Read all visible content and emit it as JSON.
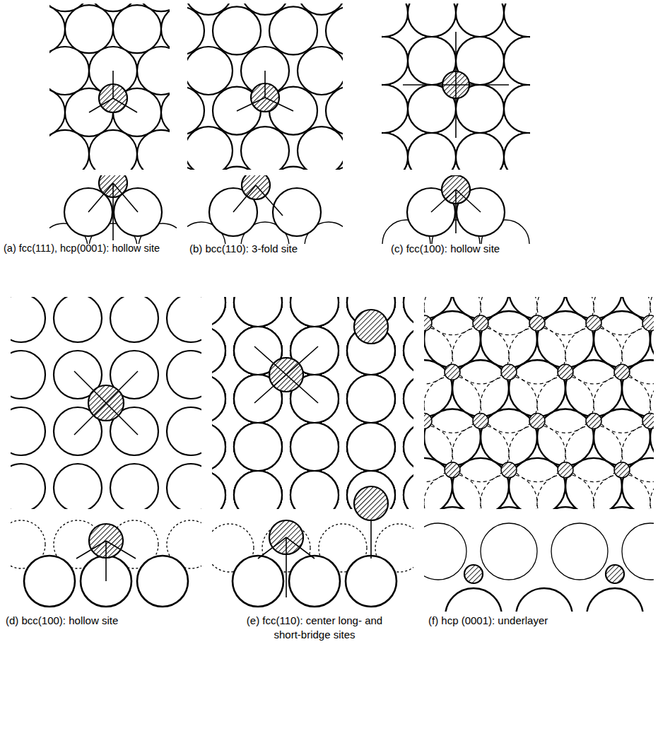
{
  "diagram": {
    "labels": [
      "(a) fcc(111), hcp(0001): hollow site",
      "(b) bcc(110): 3-fold site",
      "(c) fcc(100): hollow site",
      "(d) bcc(100): hollow site",
      "(e) fcc(110): center long- and short-bridge sites",
      "(f) hcp (0001): underlayer"
    ]
  }
}
